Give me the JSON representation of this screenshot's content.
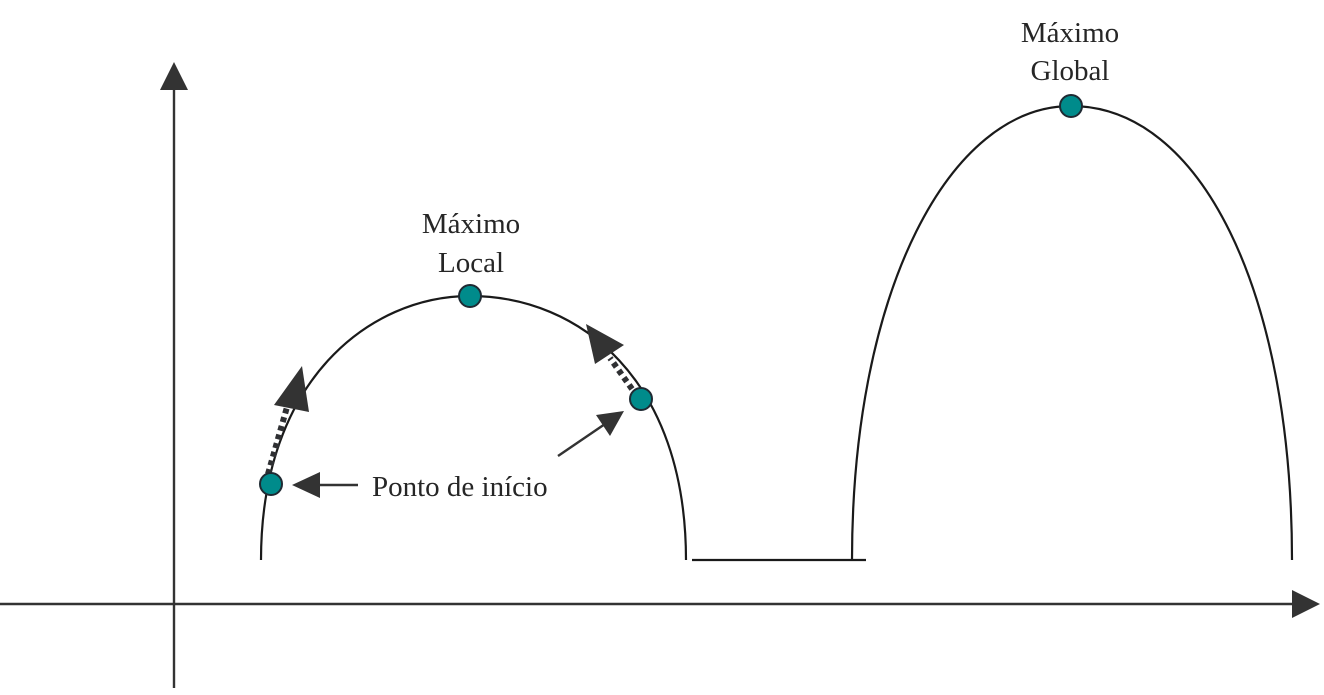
{
  "labels": {
    "local_max_line1": "Máximo",
    "local_max_line2": "Local",
    "global_max_line1": "Máximo",
    "global_max_line2": "Global",
    "start_point": "Ponto de início"
  },
  "colors": {
    "point_fill": "#008b8b",
    "line": "#1a1a1a",
    "arrow": "#333333"
  },
  "icons": {
    "start_point_arrow": "arrow-left-icon",
    "right_start_arrow": "arrow-up-right-icon",
    "climb_direction": "dashed-arrow-icon"
  }
}
